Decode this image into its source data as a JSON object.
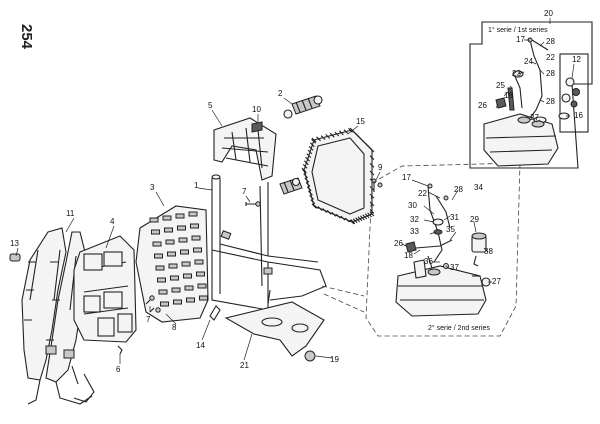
{
  "page_number": "254",
  "parts": {
    "p1": "1",
    "p2": "2",
    "p3": "3",
    "p4": "4",
    "p5": "5",
    "p6": "6",
    "p7a": "7",
    "p7b": "7",
    "p8": "8",
    "p9": "9",
    "p10": "10",
    "p11": "11",
    "p12": "12",
    "p13": "13",
    "p14": "14",
    "p15": "15",
    "p16": "16",
    "p17a": "17",
    "p17b": "17",
    "p18a": "18",
    "p18b": "18",
    "p19": "19",
    "p20": "20",
    "p21": "21",
    "p22a": "22",
    "p22b": "22",
    "p23": "23",
    "p24": "24",
    "p25": "25",
    "p26a": "26",
    "p26b": "26",
    "p27a": "27",
    "p27b": "27",
    "p28a": "28",
    "p28b": "28",
    "p28c": "28",
    "p28d": "28",
    "p29": "29",
    "p30": "30",
    "p31": "31",
    "p32": "32",
    "p33": "33",
    "p34": "34",
    "p35": "35",
    "p36": "36",
    "p37": "37",
    "p38": "38"
  },
  "series_first": "1° serie / 1st series",
  "series_second": "2° serie / 2nd series"
}
